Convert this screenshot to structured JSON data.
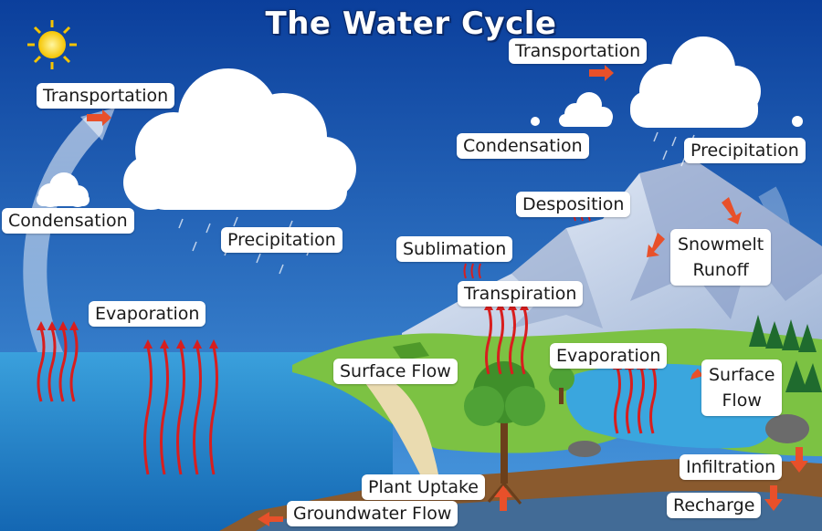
{
  "title": "The Water Cycle",
  "colors": {
    "sky_top": "#0b3f9c",
    "sky_bottom": "#3c8fd6",
    "ocean": "#1f86c9",
    "land": "#7cc243",
    "soil": "#8a5a2e",
    "evap_arrow": "#d81e1e",
    "flow_arrow": "#e8502a"
  },
  "labels": {
    "transportation_left": "Transportation",
    "transportation_right": "Transportation",
    "condensation_left": "Condensation",
    "condensation_right": "Condensation",
    "precipitation_left": "Precipitation",
    "precipitation_right": "Precipitation",
    "evaporation_left": "Evaporation",
    "evaporation_right": "Evaporation",
    "desposition": "Desposition",
    "sublimation": "Sublimation",
    "transpiration": "Transpiration",
    "snowmelt_runoff": [
      "Snowmelt",
      "Runoff"
    ],
    "surface_flow_left": "Surface Flow",
    "surface_flow_right": [
      "Surface",
      "Flow"
    ],
    "plant_uptake": "Plant Uptake",
    "groundwater_flow": "Groundwater Flow",
    "infiltration": "Infiltration",
    "recharge": "Recharge"
  },
  "icons": [
    "sun-icon",
    "cloud-icon",
    "tree-icon",
    "mountain-icon",
    "arrow-icon"
  ]
}
